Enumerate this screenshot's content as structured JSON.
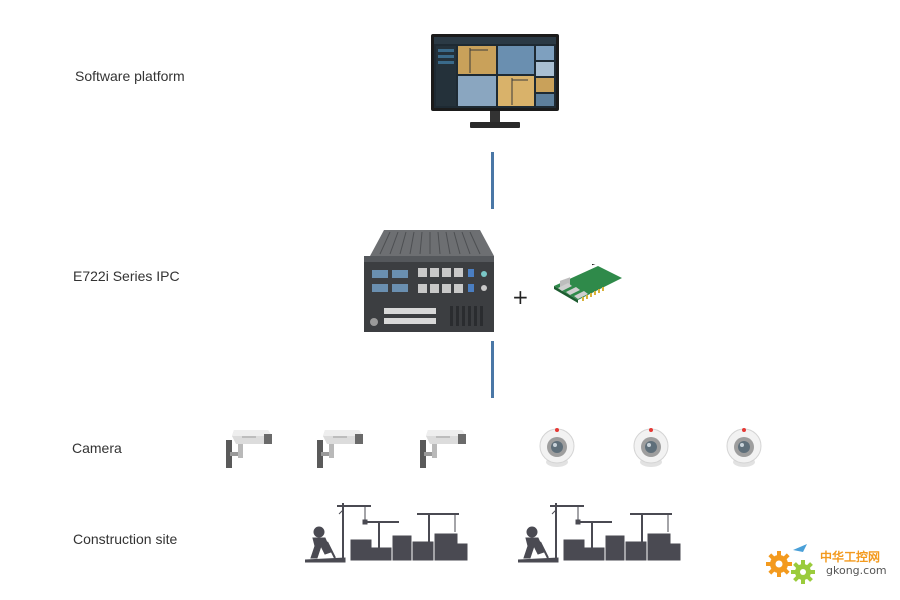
{
  "labels": {
    "software": "Software platform",
    "ipc": "E722i Series IPC",
    "camera": "Camera",
    "site": "Construction site"
  },
  "connector": {
    "plus": "+"
  },
  "colors": {
    "connector_line": "#4a77a6",
    "text": "#333333",
    "camera_red": "#e53935",
    "watermark_orange": "#f39a1e"
  },
  "icons": {
    "monitor": "monitor-icon",
    "ipc": "industrial-pc-icon",
    "network_card": "network-card-icon",
    "bullet_camera": "bullet-camera-icon",
    "dome_camera": "dome-camera-icon",
    "construction": "construction-site-icon"
  },
  "cameras": [
    {
      "type": "bullet"
    },
    {
      "type": "bullet"
    },
    {
      "type": "bullet"
    },
    {
      "type": "dome"
    },
    {
      "type": "dome"
    },
    {
      "type": "dome"
    }
  ],
  "watermark": {
    "cn": "中华工控网",
    "domain": "gkong.com"
  }
}
